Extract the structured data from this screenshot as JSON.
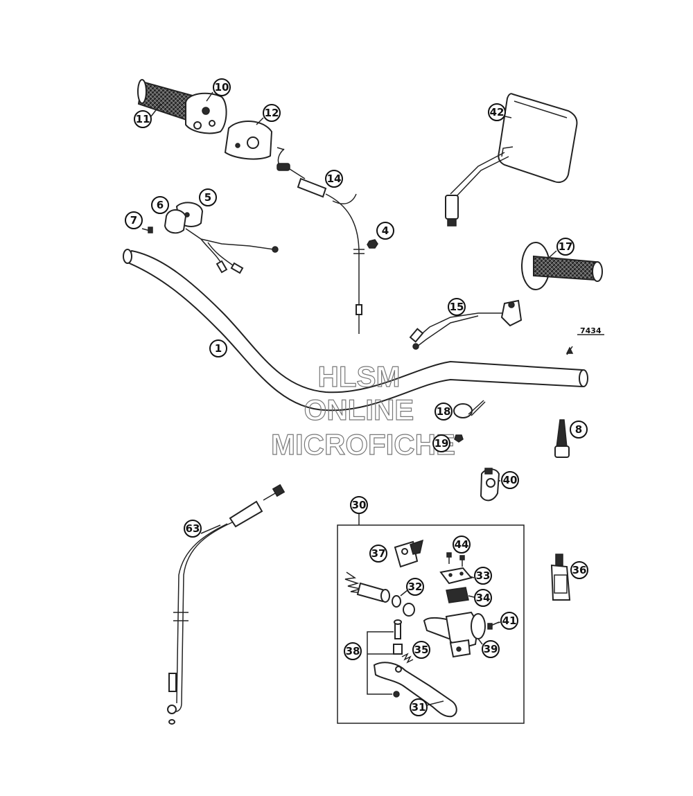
{
  "callouts": [
    "1",
    "4",
    "5",
    "6",
    "7",
    "8",
    "10",
    "11",
    "12",
    "14",
    "15",
    "17",
    "18",
    "19",
    "30",
    "31",
    "32",
    "33",
    "34",
    "35",
    "36",
    "37",
    "38",
    "39",
    "40",
    "41",
    "42",
    "44",
    "63"
  ],
  "reference_code": "7434",
  "watermark": {
    "line1": "HLSM",
    "line2": "ONLINE",
    "line3": "MICROFICHE"
  },
  "colors": {
    "ink": "#222222",
    "paper": "#ffffff",
    "watermark": "#777777"
  }
}
